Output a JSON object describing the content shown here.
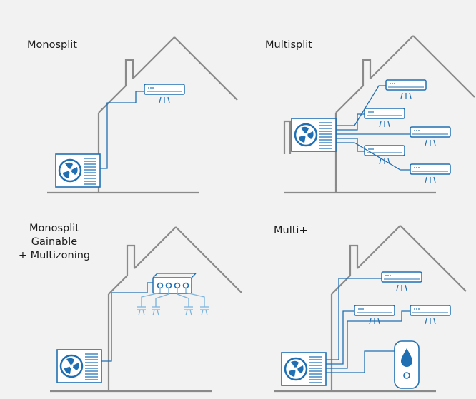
{
  "colors": {
    "background": "#f2f2f2",
    "house_outline": "#8a8a8a",
    "accent_blue": "#1f6fb2",
    "light_blue": "#7eb6df",
    "label_text": "#1a1a1a"
  },
  "panels": [
    {
      "id": "monosplit",
      "label_lines": [
        "Monosplit"
      ],
      "indoor_units": 1,
      "outdoor_unit_icon": "fan-icon"
    },
    {
      "id": "multisplit",
      "label_lines": [
        "Multisplit"
      ],
      "indoor_units": 5,
      "outdoor_unit_icon": "fan-icon"
    },
    {
      "id": "monosplit-gainable",
      "label_lines": [
        "Monosplit",
        "Gainable",
        "+ Multizoning"
      ],
      "indoor_units": 4,
      "outdoor_unit_icon": "fan-icon",
      "distributor_icon": "duct-distributor-icon"
    },
    {
      "id": "multi-plus",
      "label_lines": [
        "Multi+"
      ],
      "indoor_units": 3,
      "outdoor_unit_icon": "fan-icon",
      "extra_icon": "water-heater-icon"
    }
  ]
}
